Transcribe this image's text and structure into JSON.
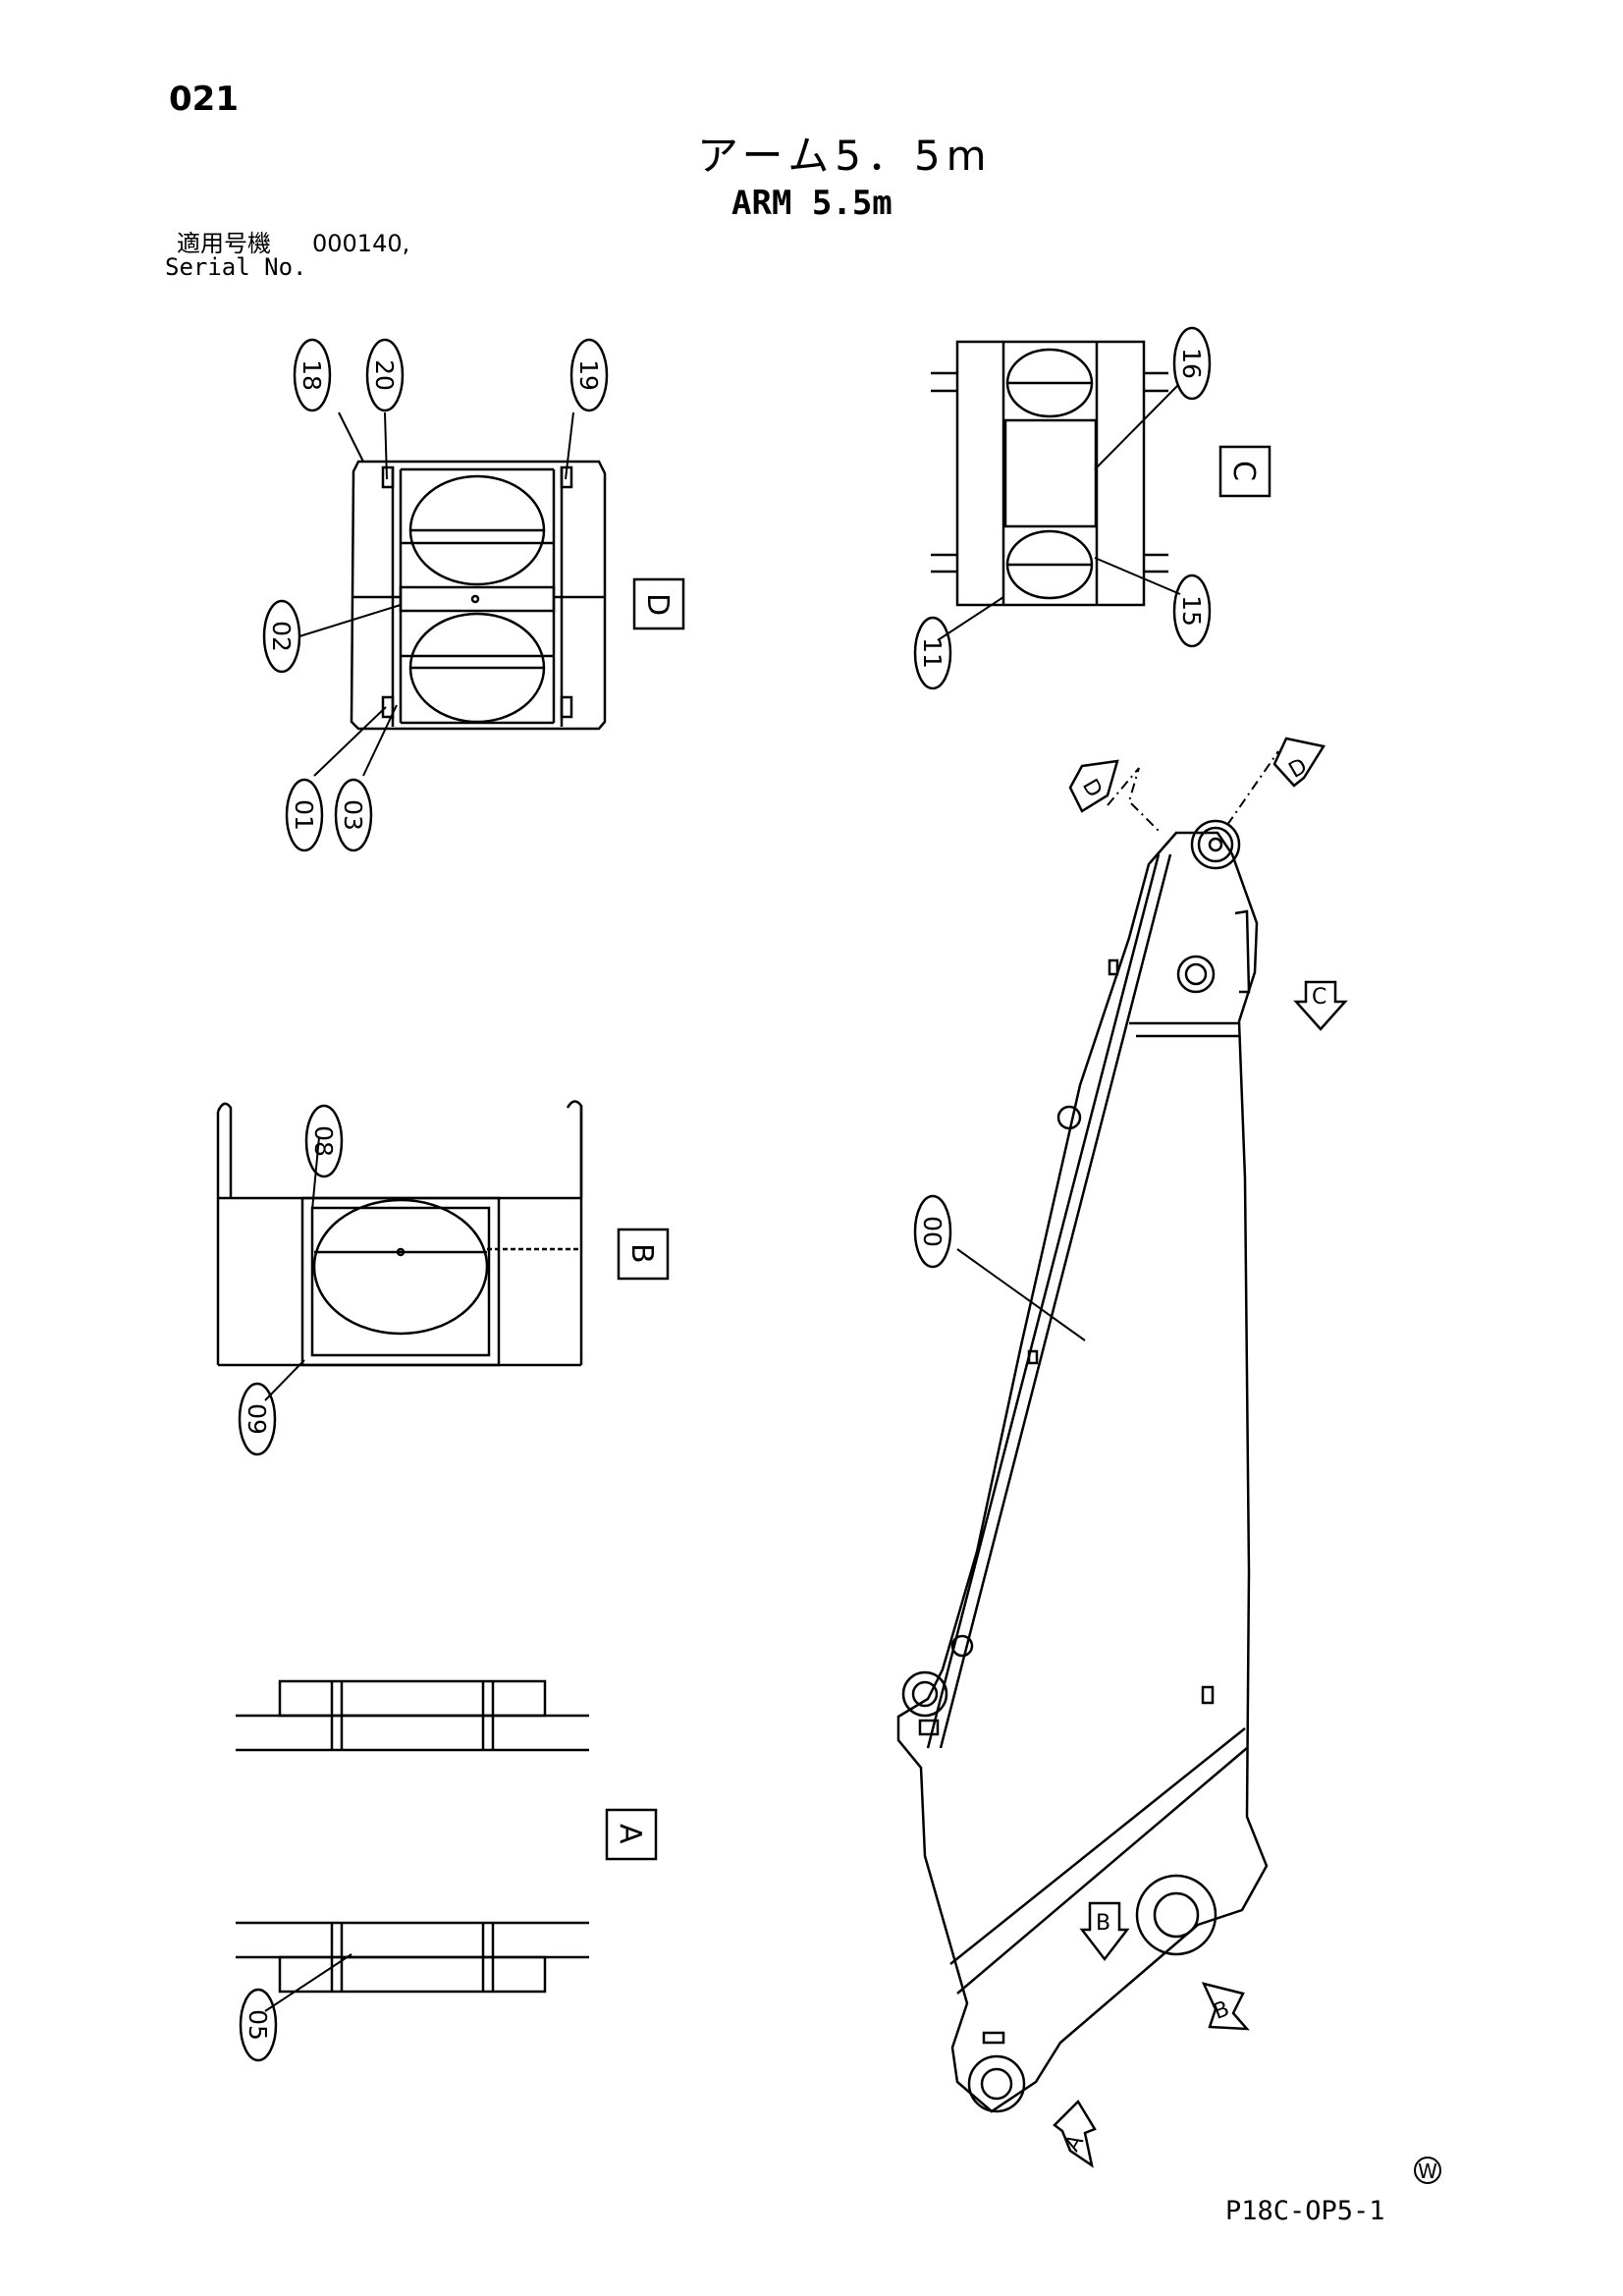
{
  "header": {
    "page_number": "021",
    "title_jp": "アーム5．5m",
    "title_en": "ARM 5.5m",
    "serial_label_jp": "適用号機",
    "serial_value": "000140,",
    "serial_label_en": "Serial No."
  },
  "part_numbers": {
    "p18": "18",
    "p20": "20",
    "p19": "19",
    "p02": "02",
    "p01": "01",
    "p03": "03",
    "p16": "16",
    "p15": "15",
    "p11": "11",
    "p08": "08",
    "p09": "09",
    "p05": "05",
    "p00": "00"
  },
  "view_labels": {
    "A": "A",
    "B": "B",
    "C": "C",
    "D": "D"
  },
  "footer": {
    "doc_code": "P18C-OP5-1",
    "stamp": "W"
  }
}
